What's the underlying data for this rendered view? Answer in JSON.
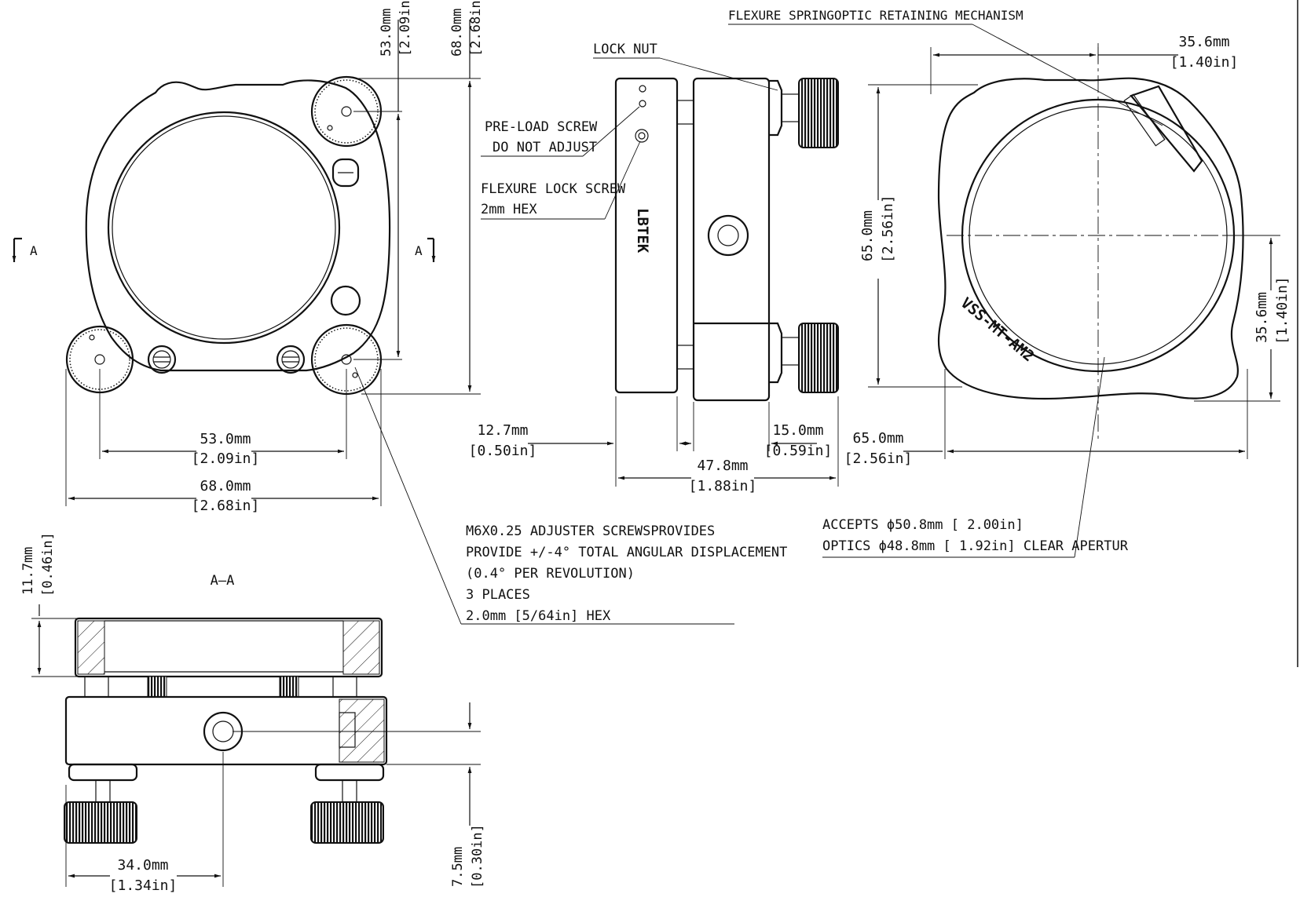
{
  "labels": {
    "retaining": "FLEXURE SPRINGOPTIC RETAINING MECHANISM",
    "lock_nut": "LOCK NUT",
    "preload_1": "PRE-LOAD SCREW",
    "preload_2": "DO NOT ADJUST",
    "flexlock_1": "FLEXURE LOCK SCREW",
    "flexlock_2": "2mm HEX",
    "adj_1": "M6X0.25  ADJUSTER SCREWSPROVIDES",
    "adj_2": "PROVIDE +/-4° TOTAL ANGULAR DISPLACEMENT",
    "adj_3": "(0.4°  PER REVOLUTION)",
    "adj_4": "3 PLACES",
    "adj_5": "2.0mm [5/64in] HEX",
    "accepts_1": "ACCEPTS ϕ50.8mm [ 2.00in]",
    "accepts_2": "OPTICS ϕ48.8mm [ 1.92in] CLEAR APERTUR",
    "section_a_left": "A",
    "section_a_right": "A",
    "section_title": "A—A",
    "brand": "LBTEK",
    "model": "VSS-MT-AM2"
  },
  "dims": {
    "top_53_mm": "53.0mm",
    "top_53_in": "[2.09in]",
    "top_68_mm": "68.0mm",
    "top_68_in": "[2.68in]",
    "bot_53_mm": "53.0mm",
    "bot_53_in": "[2.09in]",
    "bot_68_mm": "68.0mm",
    "bot_68_in": "[2.68in]",
    "side_127_mm": "12.7mm",
    "side_127_in": "[0.50in]",
    "side_150_mm": "15.0mm",
    "side_150_in": "[0.59in]",
    "side_478_mm": "47.8mm",
    "side_478_in": "[1.88in]",
    "right_356_mm": "35.6mm",
    "right_356_in": "[1.40in]",
    "right_650v_mm": "65.0mm",
    "right_650v_in": "[2.56in]",
    "right_356v_mm": "35.6mm",
    "right_356v_in": "[1.40in]",
    "right_650_mm": "65.0mm",
    "right_650_in": "[2.56in]",
    "sec_117_mm": "11.7mm",
    "sec_117_in": "[0.46in]",
    "sec_340_mm": "34.0mm",
    "sec_340_in": "[1.34in]",
    "sec_75_mm": "7.5mm",
    "sec_75_in": "[0.30in]"
  }
}
